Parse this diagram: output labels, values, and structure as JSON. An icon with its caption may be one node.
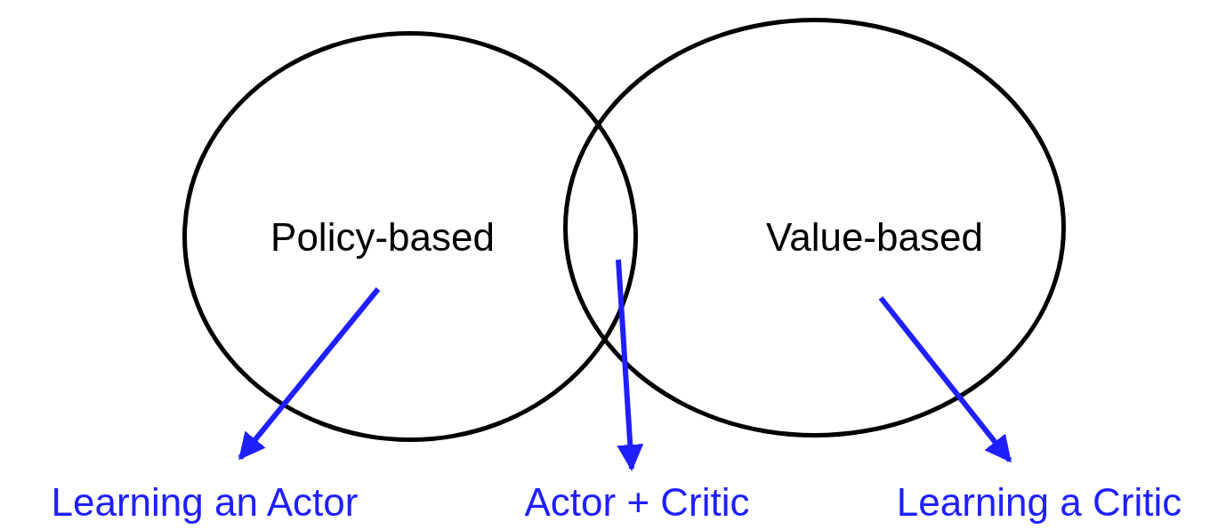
{
  "diagram": {
    "nodes": [
      {
        "text": [
          "Policy-based"
        ]
      },
      {
        "text": [
          "Value-based"
        ]
      },
      {
        "text": [
          "Learning an Actor"
        ]
      },
      {
        "text": [
          "Actor + Critic"
        ]
      },
      {
        "text": [
          "Learning a Critic"
        ]
      }
    ],
    "edges": [
      {
        "from": 0,
        "to": 2,
        "arrow": "to"
      },
      {
        "from": 0,
        "to": 3,
        "arrow": "to"
      },
      {
        "from": 1,
        "to": 3,
        "arrow": "to"
      },
      {
        "from": 1,
        "to": 4,
        "arrow": "to"
      }
    ]
  }
}
